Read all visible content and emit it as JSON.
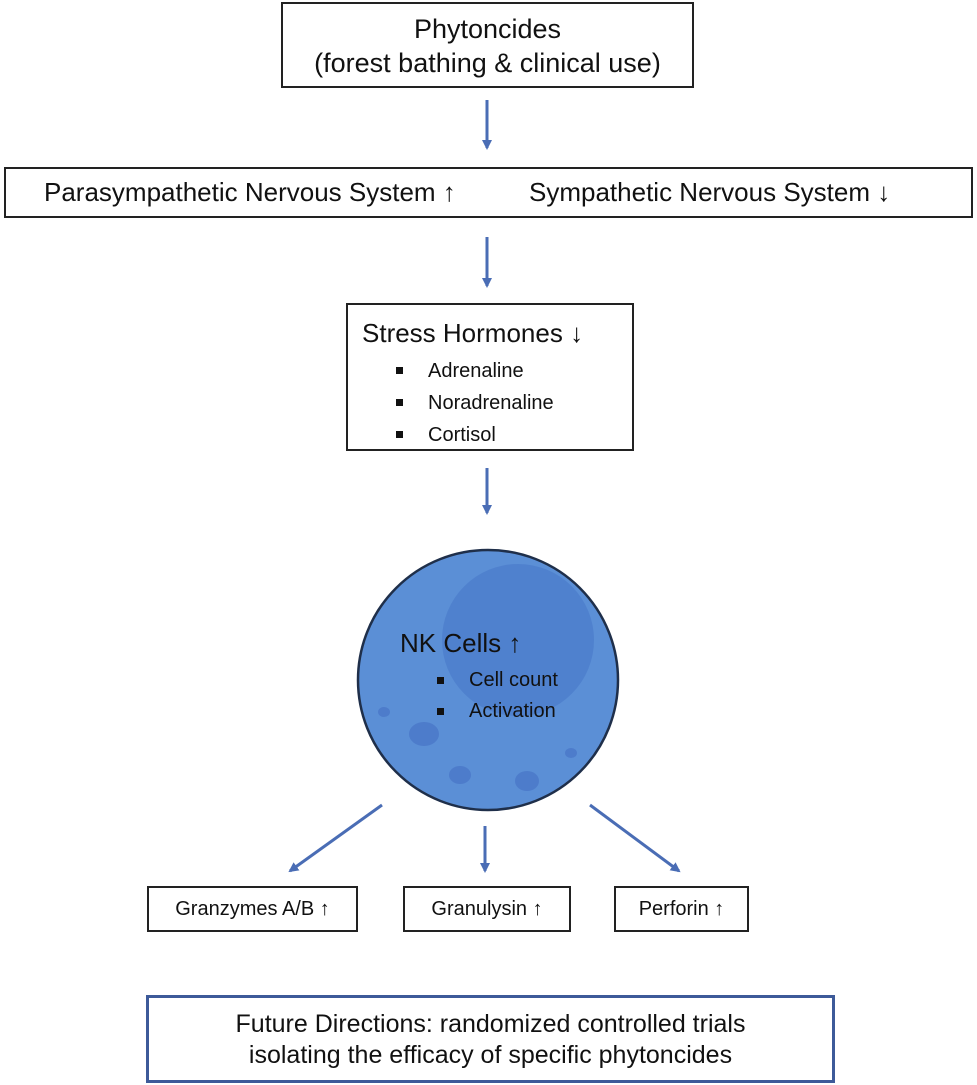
{
  "top_box": {
    "line1": "Phytoncides",
    "line2": "(forest bathing & clinical use)"
  },
  "nervous_box": {
    "para": "Parasympathetic Nervous System ↑",
    "symp": "Sympathetic Nervous System ↓"
  },
  "stress_box": {
    "title": "Stress Hormones ↓",
    "items": [
      "Adrenaline",
      "Noradrenaline",
      "Cortisol"
    ]
  },
  "nk_cell": {
    "title": "NK Cells ↑",
    "items": [
      "Cell count",
      "Activation"
    ]
  },
  "outputs": {
    "granzymes": "Granzymes A/B ↑",
    "granulysin": "Granulysin ↑",
    "perforin": "Perforin ↑"
  },
  "future_box": {
    "line1": "Future Directions: randomized controlled trials",
    "line2": "isolating the efficacy of specific phytoncides"
  },
  "colors": {
    "arrow": "#4a6db5",
    "cell_fill": "#5b8fd6",
    "cell_nucleus": "#4e7fcc",
    "cell_border": "#1f2f4a",
    "future_border": "#3d5a99"
  }
}
